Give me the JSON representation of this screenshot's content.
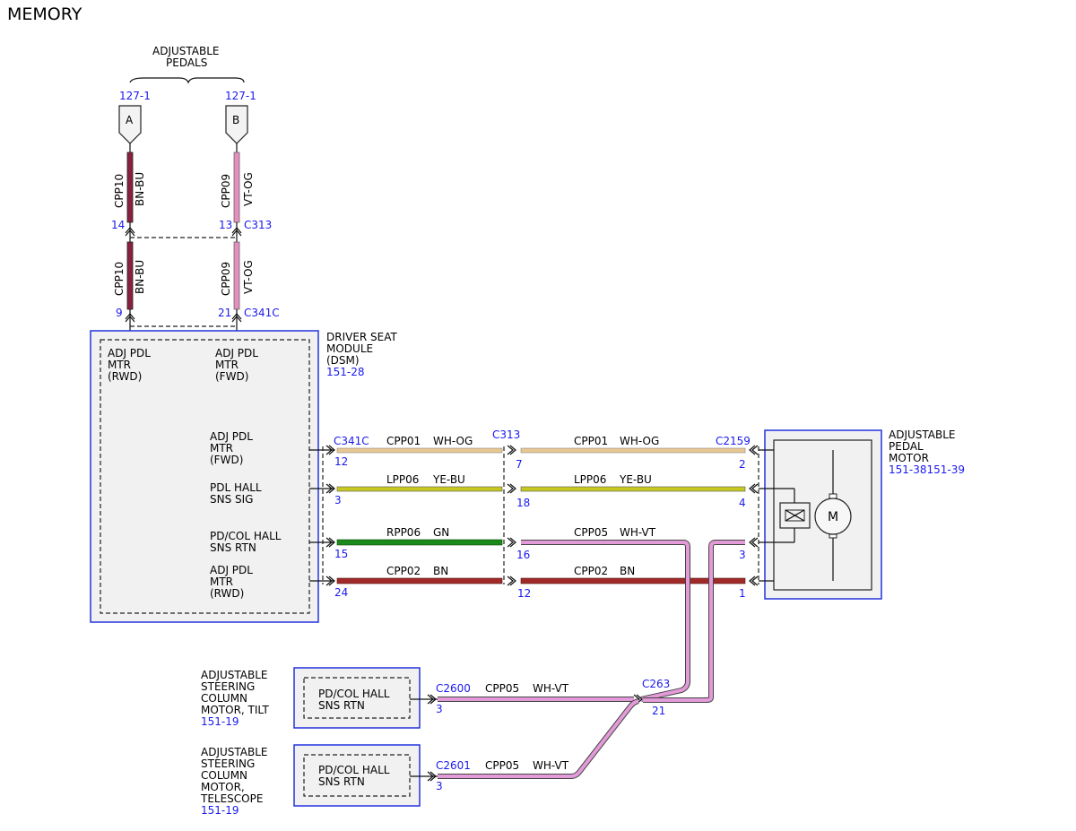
{
  "title": "MEMORY",
  "pedals": {
    "group_label": "ADJUSTABLE PEDALS",
    "refs": [
      "127-1",
      "127-1"
    ],
    "connector_a": "A",
    "connector_b": "B",
    "left_wire_circuit": "CPP10",
    "left_wire_color": "BN-BU",
    "right_wire_circuit": "CPP09",
    "right_wire_color": "VT-OG",
    "c313_label": "C313",
    "c313_pin_left": "14",
    "c313_pin_right": "13",
    "c341c_label": "C341C",
    "c341c_pin_left": "9",
    "c341c_pin_right": "21"
  },
  "dsm": {
    "name_lines": [
      "DRIVER SEAT",
      "MODULE",
      "(DSM)"
    ],
    "ref": "151-28",
    "top_left_label": [
      "ADJ PDL",
      "MTR",
      "(RWD)"
    ],
    "top_right_label": [
      "ADJ PDL",
      "MTR",
      "(FWD)"
    ],
    "pin_labels": [
      [
        "ADJ PDL",
        "MTR",
        "(FWD)"
      ],
      [
        "PDL HALL",
        "SNS SIG"
      ],
      [
        "PD/COL HALL",
        "SNS RTN"
      ],
      [
        "ADJ PDL",
        "MTR",
        "(RWD)"
      ]
    ]
  },
  "connectors": {
    "c341c": "C341C",
    "c313": "C313",
    "c2159": "C2159",
    "c263": "C263",
    "c2600": "C2600",
    "c2601": "C2601"
  },
  "wires_left": [
    {
      "circuit": "CPP01",
      "color": "WH-OG",
      "pin_from": "12",
      "pin_to": "7"
    },
    {
      "circuit": "LPP06",
      "color": "YE-BU",
      "pin_from": "3",
      "pin_to": "18"
    },
    {
      "circuit": "RPP06",
      "color": "GN",
      "pin_from": "15",
      "pin_to": "16"
    },
    {
      "circuit": "CPP02",
      "color": "BN",
      "pin_from": "24",
      "pin_to": "12"
    }
  ],
  "wires_right": [
    {
      "circuit": "CPP01",
      "color": "WH-OG",
      "pin": "2"
    },
    {
      "circuit": "LPP06",
      "color": "YE-BU",
      "pin": "4"
    },
    {
      "circuit": "CPP05",
      "color": "WH-VT",
      "pin": "3"
    },
    {
      "circuit": "CPP02",
      "color": "BN",
      "pin": "1"
    }
  ],
  "motor": {
    "name_lines": [
      "ADJUSTABLE",
      "PEDAL",
      "MOTOR"
    ],
    "ref": "151-38151-39",
    "symbol": "M"
  },
  "splice": {
    "pin": "21"
  },
  "tilt": {
    "name_lines": [
      "ADJUSTABLE",
      "STEERING",
      "COLUMN",
      "MOTOR, TILT"
    ],
    "ref": "151-19",
    "pin_label": [
      "PD/COL HALL",
      "SNS RTN"
    ],
    "circuit": "CPP05",
    "color": "WH-VT",
    "pin": "3"
  },
  "telescope": {
    "name_lines": [
      "ADJUSTABLE",
      "STEERING",
      "COLUMN",
      "MOTOR,",
      "TELESCOPE"
    ],
    "ref": "151-19",
    "pin_label": [
      "PD/COL HALL",
      "SNS RTN"
    ],
    "circuit": "CPP05",
    "color": "WH-VT",
    "pin": "3"
  },
  "colors": {
    "ref_blue": "#1a1aee",
    "box_blue": "#2233dd",
    "bn_bu": "#8a2040",
    "vt_og": "#e58fc0",
    "wh_og": "#e9c792",
    "ye_bu": "#c6c81f",
    "gn": "#1b8a1b",
    "bn": "#a02a2a",
    "wh_vt": "#e39ad8"
  }
}
